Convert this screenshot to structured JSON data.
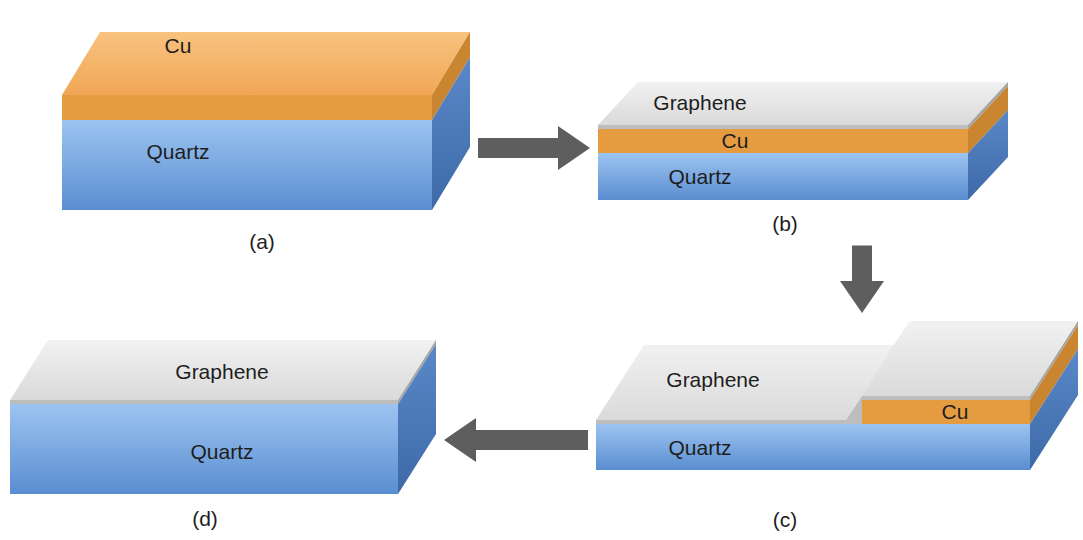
{
  "diagram": {
    "nodes": [
      {
        "text": [
          "(a)"
        ]
      },
      {
        "text": [
          "Cu"
        ],
        "in": 0
      },
      {
        "text": [
          "Quartz"
        ],
        "in": 0
      },
      {
        "text": [
          "(b)"
        ]
      },
      {
        "text": [
          "Graphene"
        ],
        "in": 3
      },
      {
        "text": [
          "Cu"
        ],
        "in": 3
      },
      {
        "text": [
          "Quartz"
        ],
        "in": 3
      },
      {
        "text": [
          "(c)"
        ]
      },
      {
        "text": [
          "Graphene"
        ],
        "in": 7
      },
      {
        "text": [
          "Cu"
        ],
        "in": 7
      },
      {
        "text": [
          "Quartz"
        ],
        "in": 7
      },
      {
        "text": [
          "(d)"
        ]
      },
      {
        "text": [
          "Graphene"
        ],
        "in": 11
      },
      {
        "text": [
          "Quartz"
        ],
        "in": 11
      }
    ],
    "edges": [
      {
        "from": 0,
        "to": 3,
        "arrow": "to"
      },
      {
        "from": 3,
        "to": 7,
        "arrow": "to"
      },
      {
        "from": 7,
        "to": 11,
        "arrow": "to"
      }
    ]
  }
}
